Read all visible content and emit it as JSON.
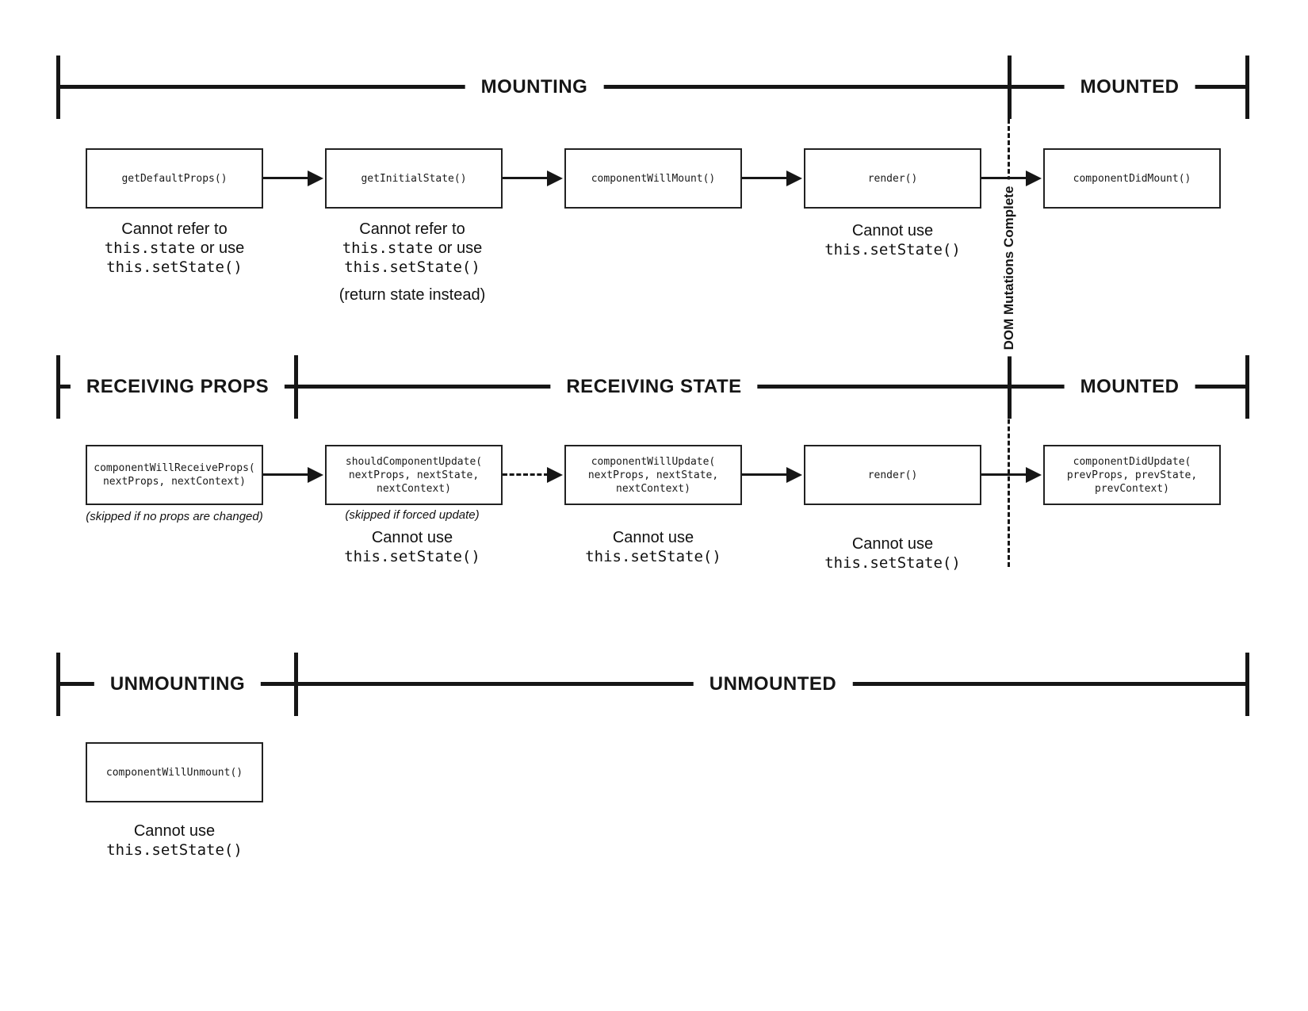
{
  "colors": {
    "ink": "#161616",
    "background": "#ffffff"
  },
  "phases": {
    "mounting": "MOUNTING",
    "mounted_top": "MOUNTED",
    "receiving_props": "RECEIVING PROPS",
    "receiving_state": "RECEIVING STATE",
    "mounted_mid": "MOUNTED",
    "unmounting": "UNMOUNTING",
    "unmounted": "UNMOUNTED"
  },
  "divider_label": "DOM Mutations Complete",
  "boxes": {
    "getDefaultProps": {
      "l1": "getDefaultProps()"
    },
    "getInitialState": {
      "l1": "getInitialState()"
    },
    "componentWillMount": {
      "l1": "componentWillMount()"
    },
    "render1": {
      "l1": "render()"
    },
    "componentDidMount": {
      "l1": "componentDidMount()"
    },
    "componentWillReceiveProps": {
      "l1": "componentWillReceiveProps(",
      "l2": "nextProps, nextContext)"
    },
    "shouldComponentUpdate": {
      "l1": "shouldComponentUpdate(",
      "l2": "nextProps, nextState,",
      "l3": "nextContext)"
    },
    "componentWillUpdate": {
      "l1": "componentWillUpdate(",
      "l2": "nextProps, nextState,",
      "l3": "nextContext)"
    },
    "render2": {
      "l1": "render()"
    },
    "componentDidUpdate": {
      "l1": "componentDidUpdate(",
      "l2": "prevProps, prevState,",
      "l3": "prevContext)"
    },
    "componentWillUnmount": {
      "l1": "componentWillUnmount()"
    }
  },
  "notes": {
    "cannot_refer_l1": "Cannot refer to",
    "cannot_refer_l2_code": "this.state",
    "cannot_refer_l2_rest": "or use",
    "cannot_refer_l3_code": "this.setState()",
    "return_state": "(return state instead)",
    "cannot_use_l1": "Cannot use",
    "cannot_use_l2_code": "this.setState()",
    "skipped_props": "(skipped if no props are changed)",
    "skipped_forced": "(skipped if forced update)"
  }
}
